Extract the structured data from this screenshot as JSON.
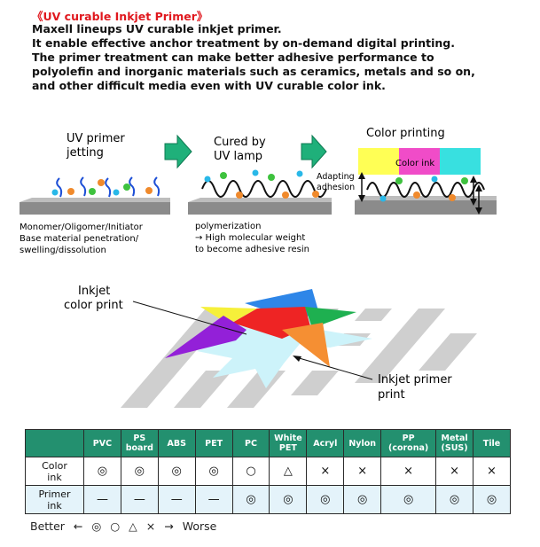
{
  "header": {
    "title": "《UV curable Inkjet Primer》",
    "lines": [
      "Maxell lineups UV curable inkjet primer.",
      "It enable effective anchor treatment by on-demand digital printing.",
      "The primer treatment can make better adhesive performance to",
      "polyolefin and inorganic materials such as ceramics, metals and so on,",
      "and other difficult media even with UV curable color ink."
    ]
  },
  "process": {
    "step1_title": [
      "UV primer",
      "jetting"
    ],
    "step1_caption": [
      "Monomer/Oligomer/Initiator",
      "Base material penetration/",
      "swelling/dissolution"
    ],
    "step2_title": [
      "Cured by",
      "UV lamp"
    ],
    "step2_caption": [
      "polymerization",
      "→ High molecular weight",
      "to become adhesive resin"
    ],
    "step3_title": "Color printing",
    "color_ink_label": "Color ink",
    "adapting_label": [
      "Adapting",
      "adhesion"
    ]
  },
  "illustration": {
    "color_print_label": [
      "Inkjet",
      "color print"
    ],
    "primer_print_label": [
      "Inkjet primer",
      "print"
    ]
  },
  "table": {
    "columns": [
      [
        "PVC"
      ],
      [
        "PS",
        "board"
      ],
      [
        "ABS"
      ],
      [
        "PET"
      ],
      [
        "PC"
      ],
      [
        "White",
        "PET"
      ],
      [
        "Acryl"
      ],
      [
        "Nylon"
      ],
      [
        "PP",
        "(corona)"
      ],
      [
        "Metal",
        "(SUS)"
      ],
      [
        "Tile"
      ]
    ],
    "rows": [
      {
        "label": [
          "Color",
          "ink"
        ],
        "values": [
          "◎",
          "◎",
          "◎",
          "◎",
          "○",
          "△",
          "×",
          "×",
          "×",
          "×",
          "×"
        ]
      },
      {
        "label": [
          "Primer",
          "ink"
        ],
        "values": [
          "—",
          "—",
          "—",
          "—",
          "◎",
          "◎",
          "◎",
          "◎",
          "◎",
          "◎",
          "◎"
        ]
      }
    ]
  },
  "legend": {
    "better": "Better",
    "arrow_left": "←",
    "symbols": [
      "◎",
      "○",
      "△",
      "×"
    ],
    "arrow_right": "→",
    "worse": "Worse"
  },
  "colors": {
    "title_red": "#e0181e",
    "table_header": "#23906f",
    "primer_row": "#e4f3fa",
    "process_arrow": "#1fb07a"
  }
}
